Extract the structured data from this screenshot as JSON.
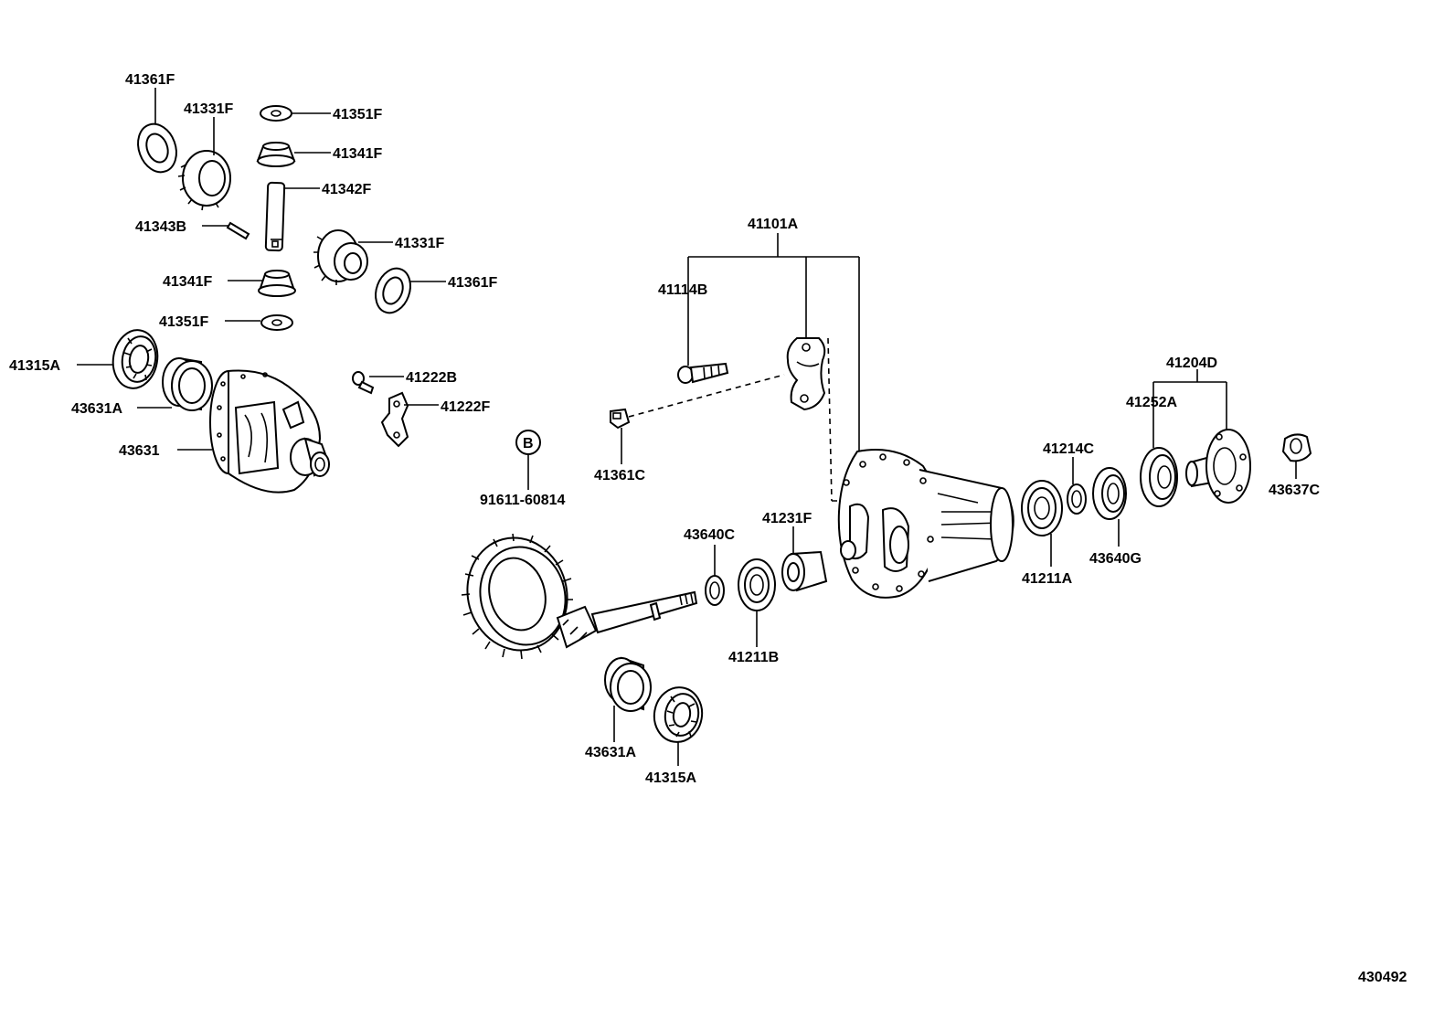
{
  "labels": {
    "p41361f_a": "41361F",
    "p41331f_a": "41331F",
    "p41351f_a": "41351F",
    "p41341f_a": "41341F",
    "p41342f": "41342F",
    "p41343b": "41343B",
    "p41331f_b": "41331F",
    "p41341f_b": "41341F",
    "p41361f_b": "41361F",
    "p41351f_b": "41351F",
    "p41315a_a": "41315A",
    "p43631a_a": "43631A",
    "p43631": "43631",
    "p41222b": "41222B",
    "p41222f": "41222F",
    "p41101a": "41101A",
    "p41114b": "41114B",
    "p41361c": "41361C",
    "p91611": "91611-60814",
    "circle_b": "B",
    "p43640c": "43640C",
    "p41231f": "41231F",
    "p41211b": "41211B",
    "p43631a_b": "43631A",
    "p41315a_b": "41315A",
    "p41204d": "41204D",
    "p41252a": "41252A",
    "p41214c": "41214C",
    "p41211a": "41211A",
    "p43640g": "43640G",
    "p43637c": "43637C",
    "diagram_id": "430492"
  }
}
